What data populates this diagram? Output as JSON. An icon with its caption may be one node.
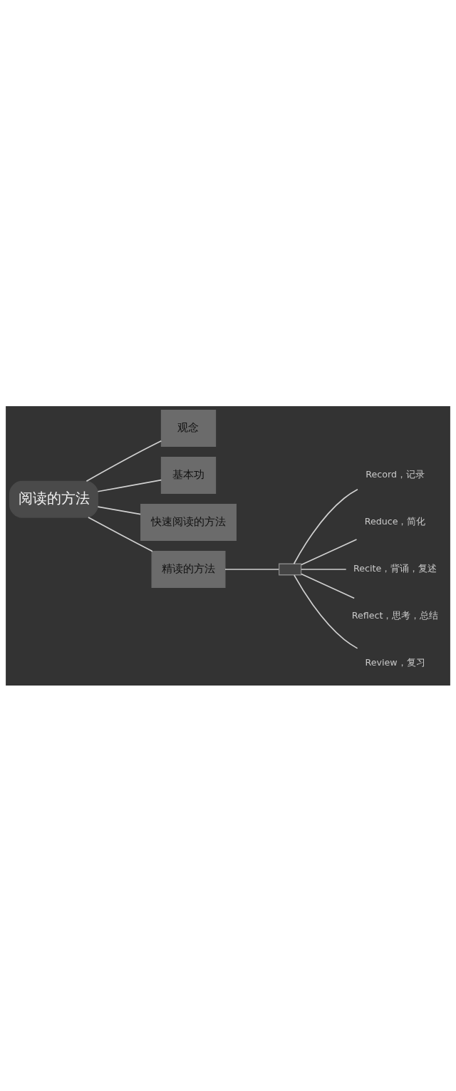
{
  "diagram": {
    "nodes": [
      {
        "text": [
          "阅读的方法"
        ]
      },
      {
        "text": [
          "观念"
        ]
      },
      {
        "text": [
          "基本功"
        ]
      },
      {
        "text": [
          "快速阅读的方法"
        ]
      },
      {
        "text": [
          "精读的方法"
        ]
      },
      {
        "text": [],
        "shape": "box"
      },
      {
        "text": [
          "Record，记录"
        ]
      },
      {
        "text": [
          "Reduce，简化"
        ]
      },
      {
        "text": [
          "Recite，背诵，复述"
        ]
      },
      {
        "text": [
          "Reflect，思考，总结"
        ]
      },
      {
        "text": [
          "Review，复习"
        ]
      }
    ],
    "edges": [
      {
        "from": 0,
        "to": 1,
        "arrow": "none"
      },
      {
        "from": 0,
        "to": 2,
        "arrow": "none"
      },
      {
        "from": 0,
        "to": 3,
        "arrow": "none"
      },
      {
        "from": 0,
        "to": 4,
        "arrow": "none"
      },
      {
        "from": 4,
        "to": 5,
        "arrow": "none"
      },
      {
        "from": 5,
        "to": 6,
        "arrow": "none"
      },
      {
        "from": 5,
        "to": 7,
        "arrow": "none"
      },
      {
        "from": 5,
        "to": 8,
        "arrow": "none"
      },
      {
        "from": 5,
        "to": 9,
        "arrow": "none"
      },
      {
        "from": 5,
        "to": 10,
        "arrow": "none"
      }
    ]
  }
}
